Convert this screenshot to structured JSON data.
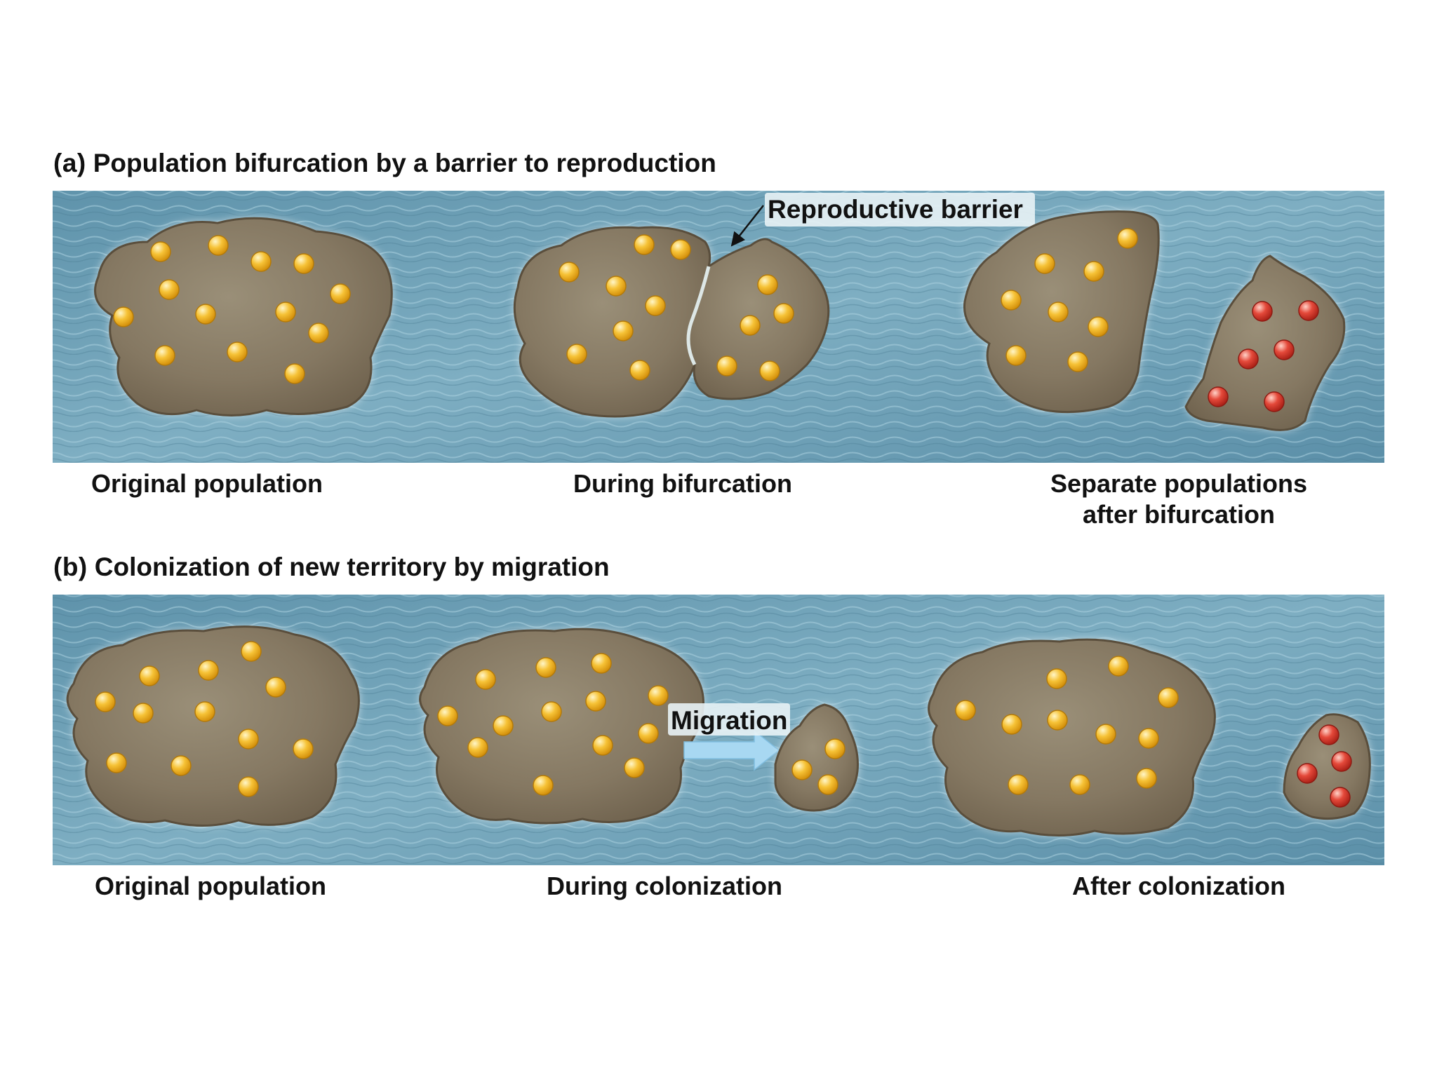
{
  "panels": {
    "a": {
      "tag": "(a)",
      "title": "Population bifurcation by a barrier to reproduction",
      "barrier_label": "Reproductive barrier",
      "captions": {
        "original": "Original population",
        "during": "During bifurcation",
        "separate_line1": "Separate populations",
        "separate_line2": "after bifurcation"
      }
    },
    "b": {
      "tag": "(b)",
      "title": "Colonization of new territory by migration",
      "migration_label": "Migration",
      "captions": {
        "original": "Original population",
        "during": "During colonization",
        "after": "After colonization"
      }
    }
  },
  "colors": {
    "water": "#6d9fb5",
    "island": "#8a7d66",
    "original_individual": "#f2b21b",
    "new_individual": "#d8382e",
    "arrow": "#a8d8f2"
  }
}
